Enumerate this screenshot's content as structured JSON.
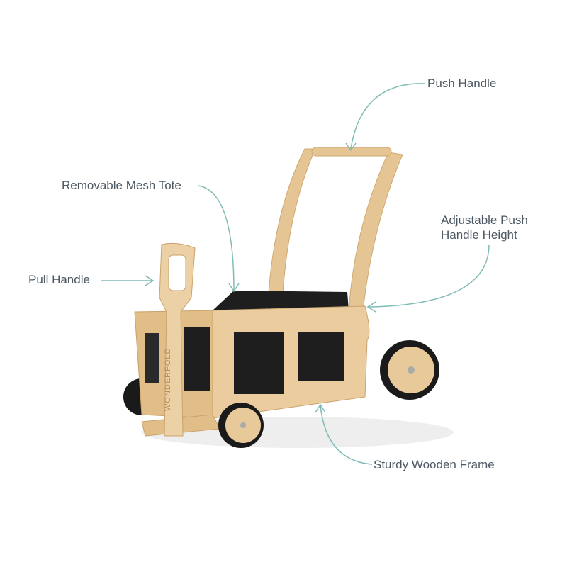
{
  "callouts": {
    "push_handle": "Push Handle",
    "mesh_tote": "Removable Mesh Tote",
    "pull_handle": "Pull Handle",
    "adjustable_line1": "Adjustable Push",
    "adjustable_line2": "Handle Height",
    "frame": "Sturdy Wooden Frame"
  },
  "product": {
    "brand_mark": "WONDERFOLD"
  },
  "colors": {
    "text": "#4d5863",
    "callout_line": "#7fbcb5",
    "wood": "#e8c99a",
    "mesh": "#1e1e1e"
  }
}
